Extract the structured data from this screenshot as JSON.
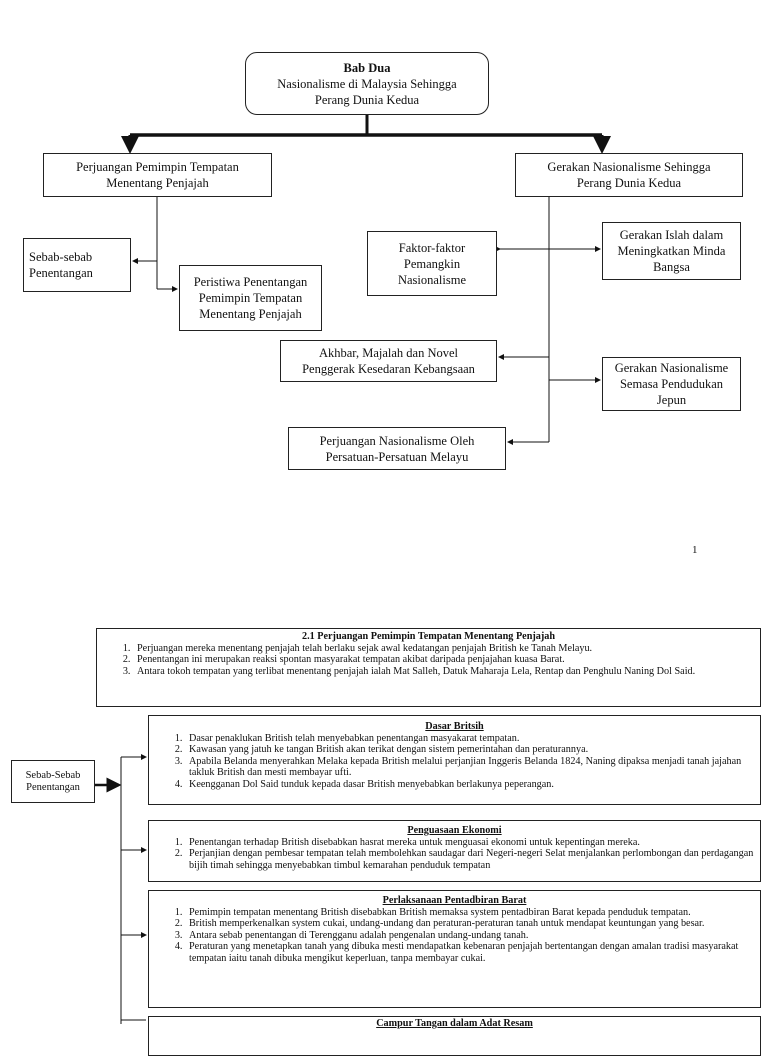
{
  "page1": {
    "title": {
      "line1": "Bab Dua",
      "line2": "Nasionalisme di Malaysia Sehingga",
      "line3": "Perang Dunia Kedua"
    },
    "left": {
      "l1": "Perjuangan Pemimpin Tempatan",
      "l2": "Menentang Penjajah"
    },
    "right": {
      "l1": "Gerakan Nasionalisme Sehingga",
      "l2": "Perang Dunia Kedua"
    },
    "sebab": {
      "l1": "Sebab-sebab",
      "l2": "Penentangan"
    },
    "peristiwa": {
      "l1": "Peristiwa Penentangan",
      "l2": "Pemimpin Tempatan",
      "l3": "Menentang Penjajah"
    },
    "faktor": {
      "l1": "Faktor-faktor",
      "l2": "Pemangkin",
      "l3": "Nasionalisme"
    },
    "islah": {
      "l1": "Gerakan Islah dalam",
      "l2": "Meningkatkan Minda",
      "l3": "Bangsa"
    },
    "akhbar": {
      "l1": "Akhbar, Majalah dan Novel",
      "l2": "Penggerak Kesedaran Kebangsaan"
    },
    "jepun": {
      "l1": "Gerakan Nasionalisme",
      "l2": "Semasa Pendudukan",
      "l3": "Jepun"
    },
    "persatuan": {
      "l1": "Perjuangan Nasionalisme Oleh",
      "l2": "Persatuan-Persatuan Melayu"
    },
    "page_number": "1"
  },
  "page2": {
    "section": {
      "title": "2.1 Perjuangan Pemimpin Tempatan Menentang Penjajah",
      "items": [
        "Perjuangan mereka menentang penjajah telah berlaku sejak awal kedatangan penjajah British ke Tanah Melayu.",
        "Penentangan ini merupakan reaksi spontan masyarakat tempatan akibat daripada penjajahan kuasa Barat.",
        "Antara tokoh tempatan yang terlibat menentang penjajah ialah Mat Salleh, Datuk Maharaja Lela, Rentap dan Penghulu Naning Dol Said."
      ]
    },
    "sebab_label": {
      "l1": "Sebab-Sebab",
      "l2": "Penentangan"
    },
    "dasar": {
      "title": "Dasar Britsih",
      "items": [
        "Dasar penaklukan British telah menyebabkan penentangan masyakarat tempatan.",
        "Kawasan yang jatuh ke tangan British akan terikat dengan sistem pemerintahan dan peraturannya.",
        "Apabila Belanda menyerahkan Melaka kepada British melalui perjanjian Inggeris Belanda 1824, Naning dipaksa menjadi tanah jajahan takluk British dan mesti membayar ufti.",
        "Keengganan Dol Said tunduk kepada  dasar British menyebabkan berlakunya peperangan."
      ]
    },
    "ekonomi": {
      "title": "Penguasaan Ekonomi",
      "items": [
        "Penentangan terhadap British disebabkan hasrat mereka untuk menguasai ekonomi untuk kepentingan mereka.",
        "Perjanjian dengan pembesar tempatan telah membolehkan saudagar dari Negeri-negeri Selat menjalankan perlombongan dan perdagangan bijih timah sehingga menyebabkan timbul kemarahan penduduk tempatan"
      ]
    },
    "pentadbiran": {
      "title": "Perlaksanaan Pentadbiran Barat",
      "items": [
        "Pemimpin tempatan menentang British disebabkan British memaksa system pentadbiran Barat kepada penduduk tempatan.",
        "British memperkenalkan system cukai, undang-undang dan peraturan-peraturan tanah untuk mendapat keuntungan yang besar.",
        "Antara sebab penentangan di Terengganu adalah pengenalan undang-undang tanah.",
        "Peraturan yang menetapkan tanah yang dibuka mesti mendapatkan kebenaran penjajah bertentangan dengan amalan tradisi masyarakat tempatan iaitu  tanah dibuka mengikut keperluan, tanpa membayar cukai."
      ]
    },
    "adat": {
      "title": "Campur Tangan dalam Adat Resam"
    }
  }
}
